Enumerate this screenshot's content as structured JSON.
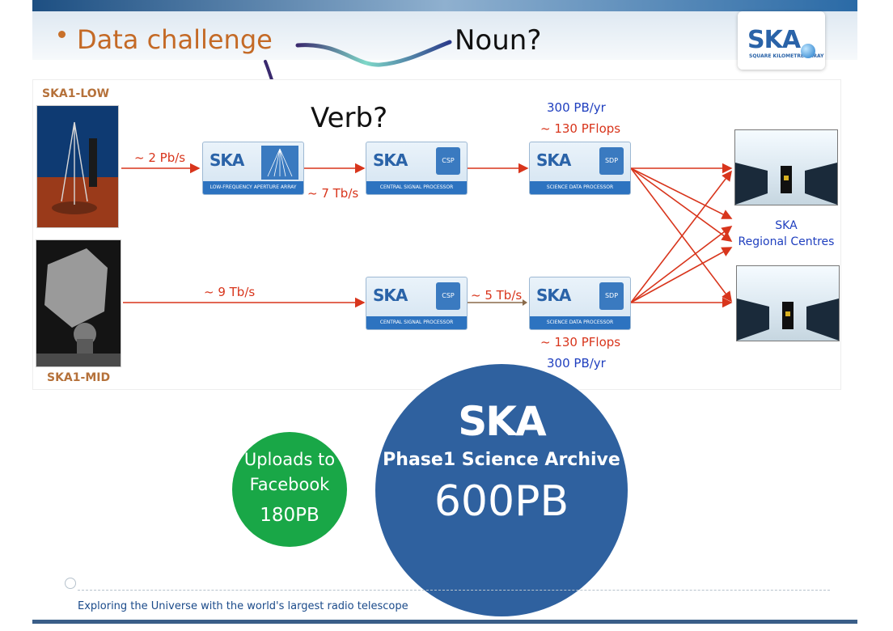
{
  "slide": {
    "bullet_title": "Data challenge",
    "noun_label": "Noun?",
    "verb_label": "Verb?",
    "logo": {
      "text": "SKA",
      "subtext": "SQUARE KILOMETRE ARRAY"
    },
    "footer": "Exploring the Universe with the world's largest radio telescope"
  },
  "diagram": {
    "low_label": "SKA1-LOW",
    "mid_label": "SKA1-MID",
    "rates": {
      "low_to_lfaa": "~ 2 Pb/s",
      "lfaa_to_csp": "~ 7 Tb/s",
      "mid_to_csp": "~ 9 Tb/s",
      "csp_to_sdp_mid": "~ 5 Tb/s"
    },
    "sdp_low": {
      "storage": "300 PB/yr",
      "compute": "~ 130 PFlops"
    },
    "sdp_mid": {
      "compute": "~ 130 PFlops",
      "storage": "300 PB/yr"
    },
    "processors": {
      "lfaa": "LOW-FREQUENCY APERTURE ARRAY",
      "csp": "CENTRAL SIGNAL PROCESSOR",
      "sdp": "SCIENCE DATA PROCESSOR",
      "csp_icon": "CSP",
      "sdp_icon": "SDP",
      "ska": "SKA"
    },
    "regional": {
      "line1": "SKA",
      "line2": "Regional Centres"
    }
  },
  "comparison": {
    "facebook": {
      "line1": "Uploads to",
      "line2": "Facebook",
      "value": "180PB"
    },
    "archive": {
      "logo": "SKA",
      "title": "Phase1 Science Archive",
      "value": "600PB"
    }
  },
  "colors": {
    "title_orange": "#c46a26",
    "arrow_red": "#d8351c",
    "text_blue": "#1f3fbf",
    "facebook_green": "#19a747",
    "archive_blue": "#2f619f"
  }
}
